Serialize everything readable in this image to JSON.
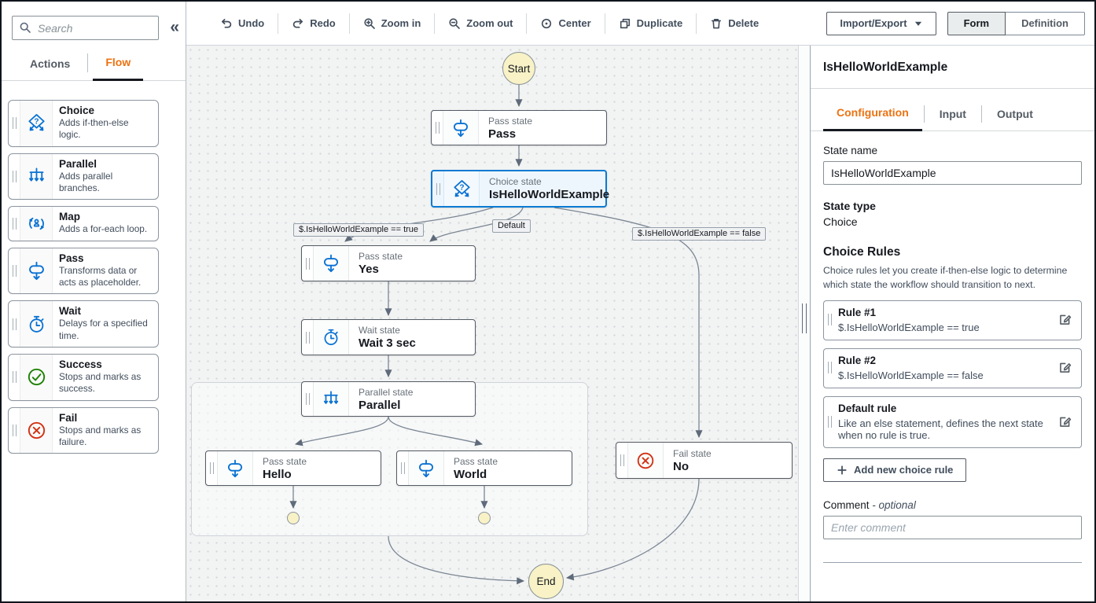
{
  "colors": {
    "accent_orange": "#ec7211",
    "flow_blue": "#0972d3",
    "selected_border": "#0a7ad1",
    "success_green": "#1d8102",
    "fail_red": "#d13212",
    "endpoint_yellow": "#f8f2c6",
    "canvas_bg": "#f2f3f3"
  },
  "sidebar": {
    "search_placeholder": "Search",
    "collapse_icon": "collapse-panel-icon",
    "tabs": [
      {
        "label": "Actions"
      },
      {
        "label": "Flow"
      }
    ],
    "items": [
      {
        "title": "Choice",
        "desc": "Adds if-then-else logic.",
        "icon": "choice-icon"
      },
      {
        "title": "Parallel",
        "desc": "Adds parallel branches.",
        "icon": "parallel-icon"
      },
      {
        "title": "Map",
        "desc": "Adds a for-each loop.",
        "icon": "map-icon"
      },
      {
        "title": "Pass",
        "desc": "Transforms data or acts as placeholder.",
        "icon": "pass-icon"
      },
      {
        "title": "Wait",
        "desc": "Delays for a specified time.",
        "icon": "wait-icon"
      },
      {
        "title": "Success",
        "desc": "Stops and marks as success.",
        "icon": "success-icon"
      },
      {
        "title": "Fail",
        "desc": "Stops and marks as failure.",
        "icon": "fail-icon"
      }
    ]
  },
  "toolbar": {
    "buttons": [
      {
        "label": "Undo",
        "icon": "undo-icon"
      },
      {
        "label": "Redo",
        "icon": "redo-icon"
      },
      {
        "label": "Zoom in",
        "icon": "zoom-in-icon"
      },
      {
        "label": "Zoom out",
        "icon": "zoom-out-icon"
      },
      {
        "label": "Center",
        "icon": "center-icon"
      },
      {
        "label": "Duplicate",
        "icon": "duplicate-icon"
      },
      {
        "label": "Delete",
        "icon": "delete-icon"
      }
    ]
  },
  "topright": {
    "import_export": "Import/Export",
    "form": "Form",
    "definition": "Definition"
  },
  "canvas": {
    "start_label": "Start",
    "end_label": "End",
    "nodes": [
      {
        "caption": "Pass state",
        "name": "Pass",
        "type": "pass"
      },
      {
        "caption": "Choice state",
        "name": "IsHelloWorldExample",
        "type": "choice",
        "selected": true
      },
      {
        "caption": "Pass state",
        "name": "Yes",
        "type": "pass"
      },
      {
        "caption": "Wait state",
        "name": "Wait 3 sec",
        "type": "wait"
      },
      {
        "caption": "Parallel state",
        "name": "Parallel",
        "type": "parallel"
      },
      {
        "caption": "Pass state",
        "name": "Hello",
        "type": "pass"
      },
      {
        "caption": "Pass state",
        "name": "World",
        "type": "pass"
      },
      {
        "caption": "Fail state",
        "name": "No",
        "type": "fail"
      }
    ],
    "edge_labels": [
      "$.IsHelloWorldExample == true",
      "Default",
      "$.IsHelloWorldExample == false"
    ]
  },
  "panel": {
    "title": "IsHelloWorldExample",
    "tabs": [
      "Configuration",
      "Input",
      "Output"
    ],
    "state_name_label": "State name",
    "state_name_value": "IsHelloWorldExample",
    "state_type_label": "State type",
    "state_type_value": "Choice",
    "choice_rules_title": "Choice Rules",
    "choice_rules_desc": "Choice rules let you create if-then-else logic to determine which state the workflow should transition to next.",
    "rules": [
      {
        "title": "Rule #1",
        "subtitle": "$.IsHelloWorldExample == true"
      },
      {
        "title": "Rule #2",
        "subtitle": "$.IsHelloWorldExample == false"
      },
      {
        "title": "Default rule",
        "subtitle": "Like an else statement, defines the next state when no rule is true."
      }
    ],
    "add_rule_label": "Add new choice rule",
    "comment_label": "Comment",
    "comment_optional": "- optional",
    "comment_placeholder": "Enter comment"
  }
}
